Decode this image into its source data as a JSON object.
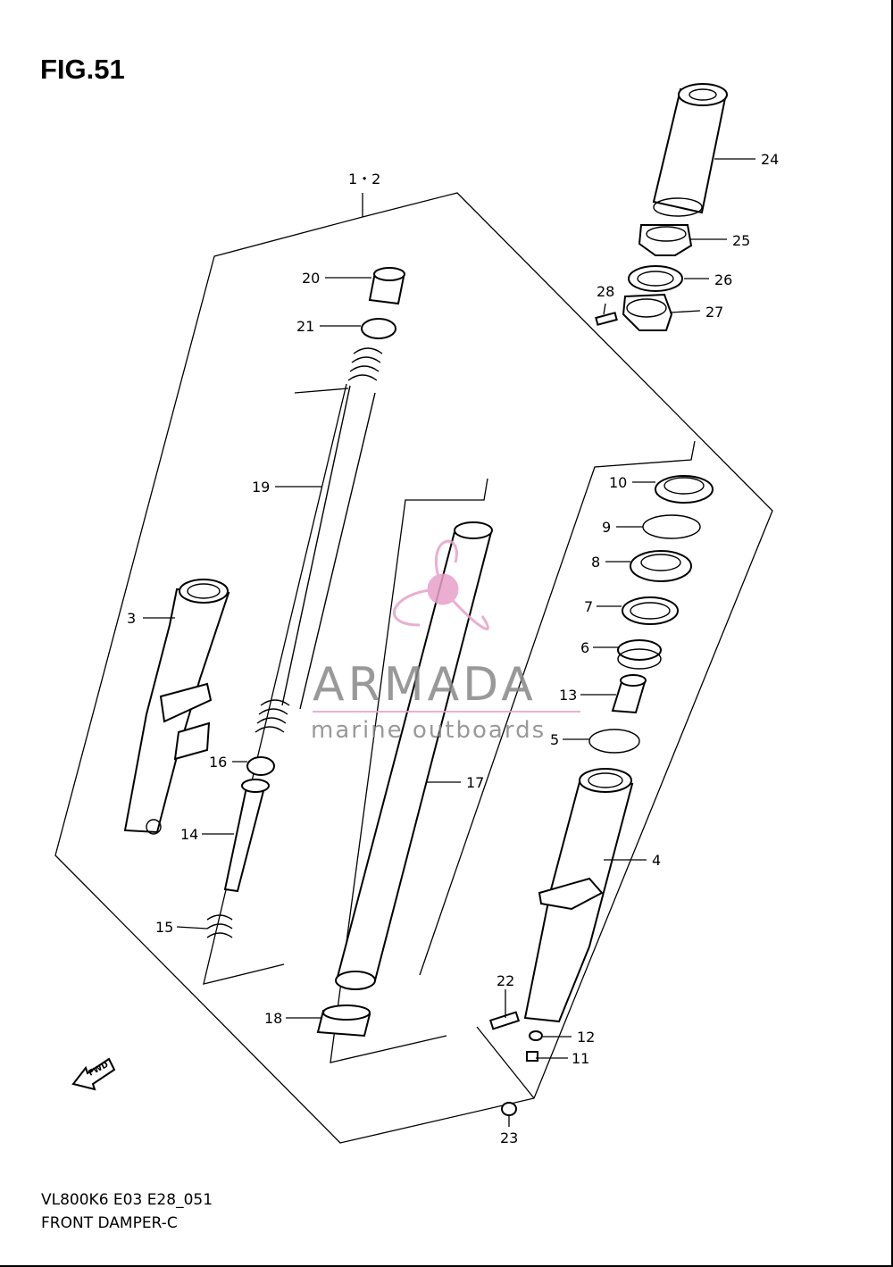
{
  "figure": {
    "title": "FIG.51"
  },
  "footer": {
    "model_code": "VL800K6 E03 E28_051",
    "caption": "FRONT DAMPER-C"
  },
  "callouts": {
    "c1_2": "1・2",
    "c3": "3",
    "c4": "4",
    "c5": "5",
    "c6": "6",
    "c7": "7",
    "c8": "8",
    "c9": "9",
    "c10": "10",
    "c11": "11",
    "c12": "12",
    "c13": "13",
    "c14": "14",
    "c15": "15",
    "c16": "16",
    "c17": "17",
    "c18": "18",
    "c19": "19",
    "c20": "20",
    "c21": "21",
    "c22": "22",
    "c23": "23",
    "c24": "24",
    "c25": "25",
    "c26": "26",
    "c27": "27",
    "c28": "28"
  },
  "fwd_arrow": {
    "label": "FWD"
  },
  "watermark": {
    "brand": "ARMADA",
    "tagline": "marine outboards",
    "color": "#e8a0c8"
  }
}
